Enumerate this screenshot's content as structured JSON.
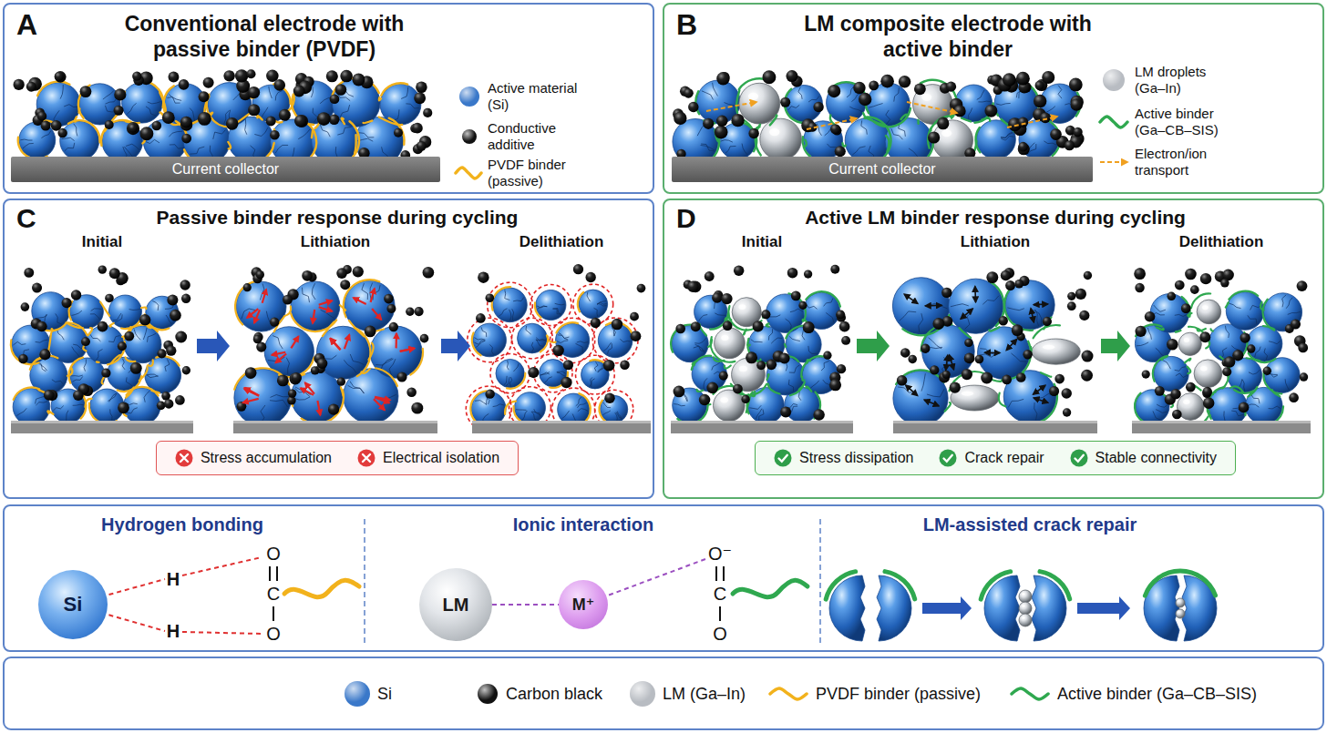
{
  "diagram": {
    "nodes": [
      {
        "text": [
          "A",
          "Conventional electrode with passive binder (PVDF)"
        ]
      },
      {
        "text": [
          "Current collector"
        ],
        "in": 0
      },
      {
        "text": [
          "B",
          "LM composite electrode with active binder"
        ]
      },
      {
        "text": [
          "Current collector"
        ],
        "in": 2
      },
      {
        "text": [
          "C",
          "Passive binder response during cycling"
        ]
      },
      {
        "text": [
          "Stress accumulation",
          "Electrical isolation"
        ],
        "in": 4
      },
      {
        "text": [
          "D",
          "Active LM binder response during cycling"
        ]
      },
      {
        "text": [
          "Stress dissipation",
          "Crack repair",
          "Stable connectivity"
        ],
        "in": 6
      },
      {
        "text": [
          "Hydrogen bonding",
          "Ionic interaction",
          "LM-assisted crack repair"
        ]
      },
      {
        "text": [
          "Si"
        ],
        "in": 8
      },
      {
        "text": [
          "LM"
        ],
        "in": 8
      },
      {
        "text": [
          "M⁺"
        ],
        "in": 8
      }
    ],
    "edges": [
      {
        "from": 10,
        "to": 11,
        "arrow": "none"
      }
    ],
    "labels": [
      "Initial",
      "Lithiation",
      "Delithiation",
      "Initial",
      "Lithiation",
      "Delithiation",
      "H",
      "H",
      "O",
      "C",
      "O",
      "O⁻",
      "C",
      "O"
    ],
    "legend": [
      {
        "text": "Active material (Si)",
        "color": "#3a78c9"
      },
      {
        "text": "Conductive additive",
        "color": "#111111"
      },
      {
        "text": "PVDF binder (passive)"
      },
      {
        "text": "LM droplets (Ga–In)",
        "color": "#b8bcc2"
      },
      {
        "text": "Active binder (Ga–CB–SIS)"
      },
      {
        "text": "Electron/ion transport"
      },
      {
        "text": "Si",
        "color": "#3a78c9"
      },
      {
        "text": "Carbon black",
        "color": "#111111"
      },
      {
        "text": "LM (Ga–In)",
        "color": "#b8bcc2"
      },
      {
        "text": "PVDF binder (passive)"
      },
      {
        "text": "Active binder (Ga–CB–SIS)"
      }
    ]
  }
}
